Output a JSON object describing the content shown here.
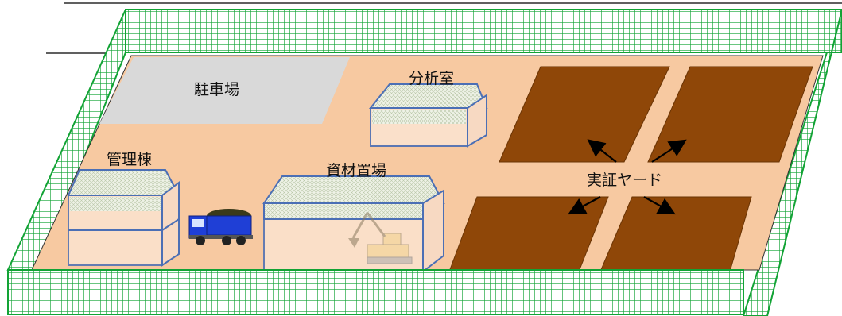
{
  "labels": {
    "parking": "駐車場",
    "analysis_room": "分析室",
    "admin_building": "管理棟",
    "materials_storage": "資材置場",
    "demo_yard": "実証ヤード"
  },
  "colors": {
    "ground": "#f7c9a1",
    "parking": "#d9d9d9",
    "yard": "#8f4708",
    "fence": "#12a335",
    "building_edge": "#4b6fb5",
    "truck_cab": "#1f3fd6"
  }
}
